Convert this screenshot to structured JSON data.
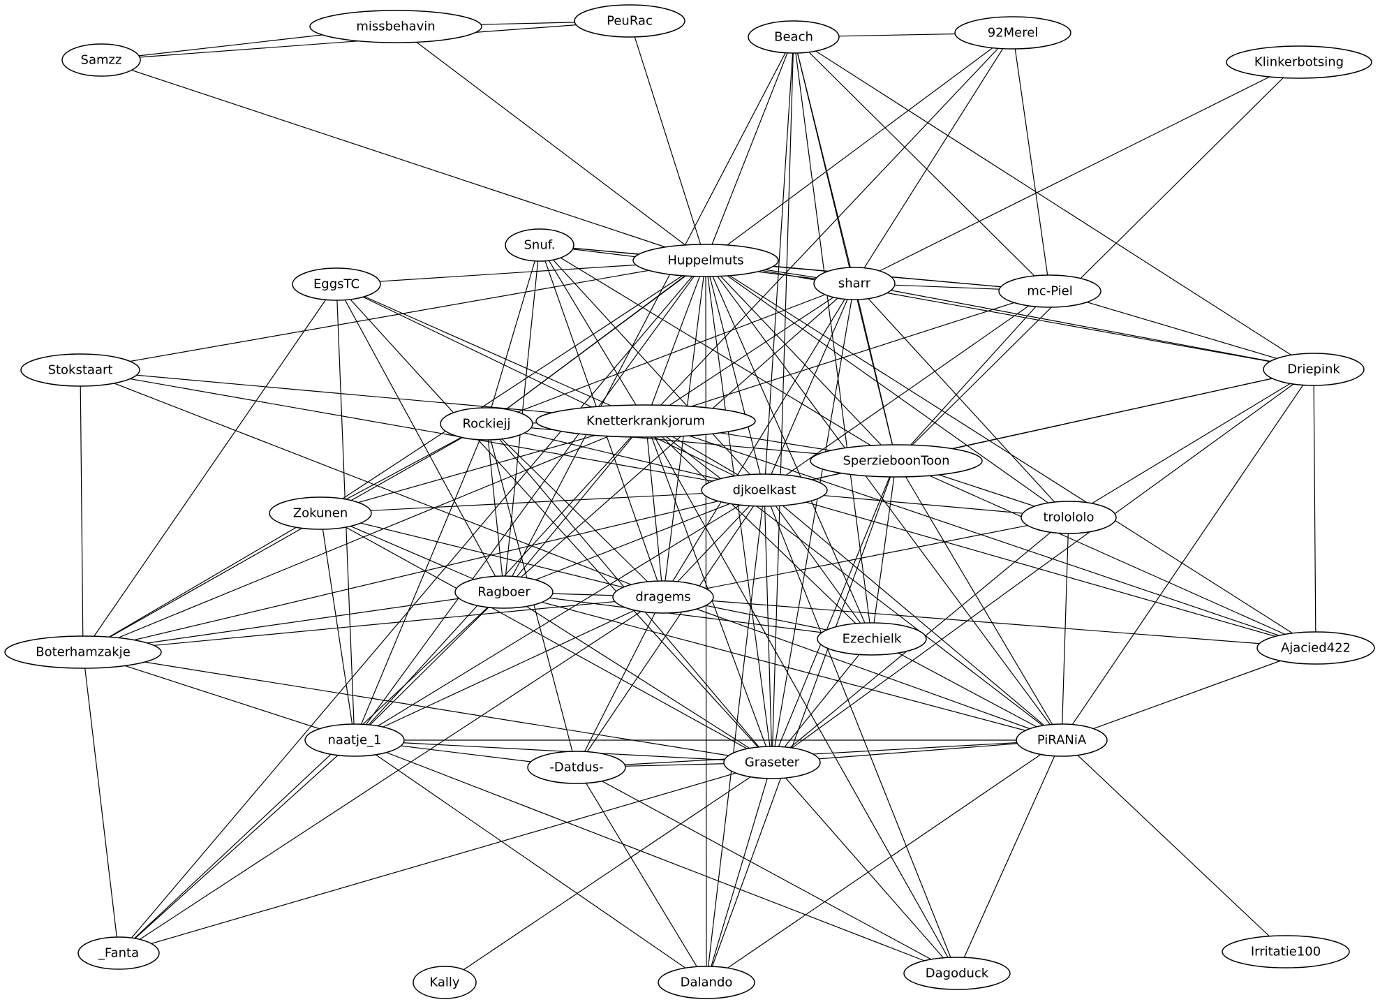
{
  "diagram": {
    "type": "undirected-graph",
    "colors": {
      "background": "#ffffff",
      "stroke": "#000000",
      "text": "#000000"
    },
    "nodes": [
      {
        "id": "missbehavin",
        "label": "missbehavin"
      },
      {
        "id": "PeuRac",
        "label": "PeuRac"
      },
      {
        "id": "Samzz",
        "label": "Samzz"
      },
      {
        "id": "Beach",
        "label": "Beach"
      },
      {
        "id": "92Merel",
        "label": "92Merel"
      },
      {
        "id": "Klinkerbotsing",
        "label": "Klinkerbotsing"
      },
      {
        "id": "Snuf",
        "label": "Snuf."
      },
      {
        "id": "Huppelmuts",
        "label": "Huppelmuts"
      },
      {
        "id": "EggsTC",
        "label": "EggsTC"
      },
      {
        "id": "sharr",
        "label": "sharr"
      },
      {
        "id": "mcPiel",
        "label": "mc-Piel"
      },
      {
        "id": "Stokstaart",
        "label": "Stokstaart"
      },
      {
        "id": "Driepink",
        "label": "Driepink"
      },
      {
        "id": "Rockiejj",
        "label": "Rockiejj"
      },
      {
        "id": "Knetterkrankjorum",
        "label": "Knetterkrankjorum"
      },
      {
        "id": "SperzieboonToon",
        "label": "SperzieboonToon"
      },
      {
        "id": "djkoelkast",
        "label": "djkoelkast"
      },
      {
        "id": "Zokunen",
        "label": "Zokunen"
      },
      {
        "id": "trolololo",
        "label": "trolololo"
      },
      {
        "id": "Ragboer",
        "label": "Ragboer"
      },
      {
        "id": "dragems",
        "label": "dragems"
      },
      {
        "id": "Ezechielk",
        "label": "Ezechielk"
      },
      {
        "id": "Ajacied422",
        "label": "Ajacied422"
      },
      {
        "id": "Boterhamzakje",
        "label": "Boterhamzakje"
      },
      {
        "id": "naatje_1",
        "label": "naatje_1"
      },
      {
        "id": "PiRANiA",
        "label": "PiRANiA"
      },
      {
        "id": "Datdus",
        "label": "-Datdus-"
      },
      {
        "id": "Graseter",
        "label": "Graseter"
      },
      {
        "id": "Fanta",
        "label": "_Fanta"
      },
      {
        "id": "Kally",
        "label": "Kally"
      },
      {
        "id": "Dalando",
        "label": "Dalando"
      },
      {
        "id": "Dagoduck",
        "label": "Dagoduck"
      },
      {
        "id": "Irritatie100",
        "label": "Irritatie100"
      }
    ],
    "edges": [
      [
        "missbehavin",
        "PeuRac"
      ],
      [
        "missbehavin",
        "Samzz"
      ],
      [
        "PeuRac",
        "Samzz"
      ],
      [
        "missbehavin",
        "Huppelmuts"
      ],
      [
        "Samzz",
        "Huppelmuts"
      ],
      [
        "PeuRac",
        "Huppelmuts"
      ],
      [
        "Beach",
        "92Merel"
      ],
      [
        "Beach",
        "Huppelmuts"
      ],
      [
        "Beach",
        "sharr"
      ],
      [
        "Beach",
        "mcPiel"
      ],
      [
        "Beach",
        "Driepink"
      ],
      [
        "Beach",
        "SperzieboonToon"
      ],
      [
        "Beach",
        "djkoelkast"
      ],
      [
        "Beach",
        "Graseter"
      ],
      [
        "Beach",
        "Ragboer"
      ],
      [
        "Beach",
        "Ezechielk"
      ],
      [
        "92Merel",
        "sharr"
      ],
      [
        "92Merel",
        "mcPiel"
      ],
      [
        "92Merel",
        "Rockiejj"
      ],
      [
        "92Merel",
        "Knetterkrankjorum"
      ],
      [
        "Klinkerbotsing",
        "sharr"
      ],
      [
        "Klinkerbotsing",
        "SperzieboonToon"
      ],
      [
        "Snuf",
        "Huppelmuts"
      ],
      [
        "Snuf",
        "sharr"
      ],
      [
        "Snuf",
        "mcPiel"
      ],
      [
        "Snuf",
        "Rockiejj"
      ],
      [
        "Snuf",
        "Knetterkrankjorum"
      ],
      [
        "Snuf",
        "SperzieboonToon"
      ],
      [
        "Snuf",
        "djkoelkast"
      ],
      [
        "Snuf",
        "dragems"
      ],
      [
        "Snuf",
        "Ragboer"
      ],
      [
        "Huppelmuts",
        "EggsTC"
      ],
      [
        "Huppelmuts",
        "sharr"
      ],
      [
        "Huppelmuts",
        "mcPiel"
      ],
      [
        "Huppelmuts",
        "Stokstaart"
      ],
      [
        "Huppelmuts",
        "Driepink"
      ],
      [
        "Huppelmuts",
        "Rockiejj"
      ],
      [
        "Huppelmuts",
        "Knetterkrankjorum"
      ],
      [
        "Huppelmuts",
        "SperzieboonToon"
      ],
      [
        "Huppelmuts",
        "djkoelkast"
      ],
      [
        "Huppelmuts",
        "Zokunen"
      ],
      [
        "Huppelmuts",
        "trolololo"
      ],
      [
        "Huppelmuts",
        "dragems"
      ],
      [
        "Huppelmuts",
        "Ezechielk"
      ],
      [
        "Huppelmuts",
        "naatje_1"
      ],
      [
        "Huppelmuts",
        "PiRANiA"
      ],
      [
        "Huppelmuts",
        "Graseter"
      ],
      [
        "Huppelmuts",
        "Fanta"
      ],
      [
        "Huppelmuts",
        "Ajacied422"
      ],
      [
        "Huppelmuts",
        "Dalando"
      ],
      [
        "EggsTC",
        "Knetterkrankjorum"
      ],
      [
        "EggsTC",
        "djkoelkast"
      ],
      [
        "EggsTC",
        "Ragboer"
      ],
      [
        "EggsTC",
        "naatje_1"
      ],
      [
        "EggsTC",
        "Graseter"
      ],
      [
        "EggsTC",
        "Boterhamzakje"
      ],
      [
        "sharr",
        "mcPiel"
      ],
      [
        "sharr",
        "Driepink"
      ],
      [
        "sharr",
        "SperzieboonToon"
      ],
      [
        "sharr",
        "djkoelkast"
      ],
      [
        "sharr",
        "Knetterkrankjorum"
      ],
      [
        "sharr",
        "Rockiejj"
      ],
      [
        "sharr",
        "trolololo"
      ],
      [
        "sharr",
        "Ragboer"
      ],
      [
        "sharr",
        "Graseter"
      ],
      [
        "sharr",
        "dragems"
      ],
      [
        "mcPiel",
        "Driepink"
      ],
      [
        "mcPiel",
        "SperzieboonToon"
      ],
      [
        "mcPiel",
        "djkoelkast"
      ],
      [
        "mcPiel",
        "Knetterkrankjorum"
      ],
      [
        "Stokstaart",
        "Knetterkrankjorum"
      ],
      [
        "Stokstaart",
        "Boterhamzakje"
      ],
      [
        "Stokstaart",
        "dragems"
      ],
      [
        "Stokstaart",
        "djkoelkast"
      ],
      [
        "Driepink",
        "SperzieboonToon"
      ],
      [
        "Driepink",
        "djkoelkast"
      ],
      [
        "Driepink",
        "trolololo"
      ],
      [
        "Driepink",
        "PiRANiA"
      ],
      [
        "Driepink",
        "Graseter"
      ],
      [
        "Driepink",
        "Ajacied422"
      ],
      [
        "Rockiejj",
        "Knetterkrankjorum"
      ],
      [
        "Rockiejj",
        "djkoelkast"
      ],
      [
        "Rockiejj",
        "Zokunen"
      ],
      [
        "Rockiejj",
        "Ragboer"
      ],
      [
        "Rockiejj",
        "dragems"
      ],
      [
        "Rockiejj",
        "Boterhamzakje"
      ],
      [
        "Rockiejj",
        "naatje_1"
      ],
      [
        "Rockiejj",
        "Datdus"
      ],
      [
        "Rockiejj",
        "Graseter"
      ],
      [
        "Rockiejj",
        "SperzieboonToon"
      ],
      [
        "Knetterkrankjorum",
        "SperzieboonToon"
      ],
      [
        "Knetterkrankjorum",
        "djkoelkast"
      ],
      [
        "Knetterkrankjorum",
        "Zokunen"
      ],
      [
        "Knetterkrankjorum",
        "Ragboer"
      ],
      [
        "Knetterkrankjorum",
        "dragems"
      ],
      [
        "Knetterkrankjorum",
        "naatje_1"
      ],
      [
        "Knetterkrankjorum",
        "Boterhamzakje"
      ],
      [
        "Knetterkrankjorum",
        "Ezechielk"
      ],
      [
        "Knetterkrankjorum",
        "PiRANiA"
      ],
      [
        "Knetterkrankjorum",
        "Dagoduck"
      ],
      [
        "Knetterkrankjorum",
        "Ajacied422"
      ],
      [
        "Knetterkrankjorum",
        "Graseter"
      ],
      [
        "SperzieboonToon",
        "djkoelkast"
      ],
      [
        "SperzieboonToon",
        "trolololo"
      ],
      [
        "SperzieboonToon",
        "Ezechielk"
      ],
      [
        "SperzieboonToon",
        "PiRANiA"
      ],
      [
        "SperzieboonToon",
        "Graseter"
      ],
      [
        "SperzieboonToon",
        "Ajacied422"
      ],
      [
        "SperzieboonToon",
        "Dalando"
      ],
      [
        "djkoelkast",
        "Zokunen"
      ],
      [
        "djkoelkast",
        "trolololo"
      ],
      [
        "djkoelkast",
        "Ragboer"
      ],
      [
        "djkoelkast",
        "dragems"
      ],
      [
        "djkoelkast",
        "Ezechielk"
      ],
      [
        "djkoelkast",
        "Ajacied422"
      ],
      [
        "djkoelkast",
        "Boterhamzakje"
      ],
      [
        "djkoelkast",
        "naatje_1"
      ],
      [
        "djkoelkast",
        "PiRANiA"
      ],
      [
        "djkoelkast",
        "Datdus"
      ],
      [
        "djkoelkast",
        "Graseter"
      ],
      [
        "djkoelkast",
        "Dalando"
      ],
      [
        "djkoelkast",
        "Dagoduck"
      ],
      [
        "Zokunen",
        "Ragboer"
      ],
      [
        "Zokunen",
        "dragems"
      ],
      [
        "Zokunen",
        "Boterhamzakje"
      ],
      [
        "Zokunen",
        "naatje_1"
      ],
      [
        "Zokunen",
        "Graseter"
      ],
      [
        "trolololo",
        "dragems"
      ],
      [
        "trolololo",
        "PiRANiA"
      ],
      [
        "trolololo",
        "Graseter"
      ],
      [
        "Ragboer",
        "dragems"
      ],
      [
        "Ragboer",
        "Ezechielk"
      ],
      [
        "Ragboer",
        "Boterhamzakje"
      ],
      [
        "Ragboer",
        "naatje_1"
      ],
      [
        "Ragboer",
        "PiRANiA"
      ],
      [
        "Ragboer",
        "Graseter"
      ],
      [
        "Ragboer",
        "Fanta"
      ],
      [
        "dragems",
        "Ezechielk"
      ],
      [
        "dragems",
        "Ajacied422"
      ],
      [
        "dragems",
        "Boterhamzakje"
      ],
      [
        "dragems",
        "naatje_1"
      ],
      [
        "dragems",
        "PiRANiA"
      ],
      [
        "dragems",
        "Datdus"
      ],
      [
        "dragems",
        "Fanta"
      ],
      [
        "Ezechielk",
        "PiRANiA"
      ],
      [
        "Ezechielk",
        "Graseter"
      ],
      [
        "Ajacied422",
        "PiRANiA"
      ],
      [
        "Boterhamzakje",
        "naatje_1"
      ],
      [
        "Boterhamzakje",
        "Graseter"
      ],
      [
        "Boterhamzakje",
        "Fanta"
      ],
      [
        "naatje_1",
        "PiRANiA"
      ],
      [
        "naatje_1",
        "Datdus"
      ],
      [
        "naatje_1",
        "Graseter"
      ],
      [
        "naatje_1",
        "Fanta"
      ],
      [
        "naatje_1",
        "Dalando"
      ],
      [
        "naatje_1",
        "Dagoduck"
      ],
      [
        "PiRANiA",
        "Datdus"
      ],
      [
        "PiRANiA",
        "Graseter"
      ],
      [
        "PiRANiA",
        "Dalando"
      ],
      [
        "PiRANiA",
        "Dagoduck"
      ],
      [
        "PiRANiA",
        "Irritatie100"
      ],
      [
        "Datdus",
        "Graseter"
      ],
      [
        "Datdus",
        "Dalando"
      ],
      [
        "Datdus",
        "Dagoduck"
      ],
      [
        "Graseter",
        "Fanta"
      ],
      [
        "Graseter",
        "Kally"
      ],
      [
        "Graseter",
        "Dalando"
      ],
      [
        "Graseter",
        "Dagoduck"
      ]
    ]
  }
}
